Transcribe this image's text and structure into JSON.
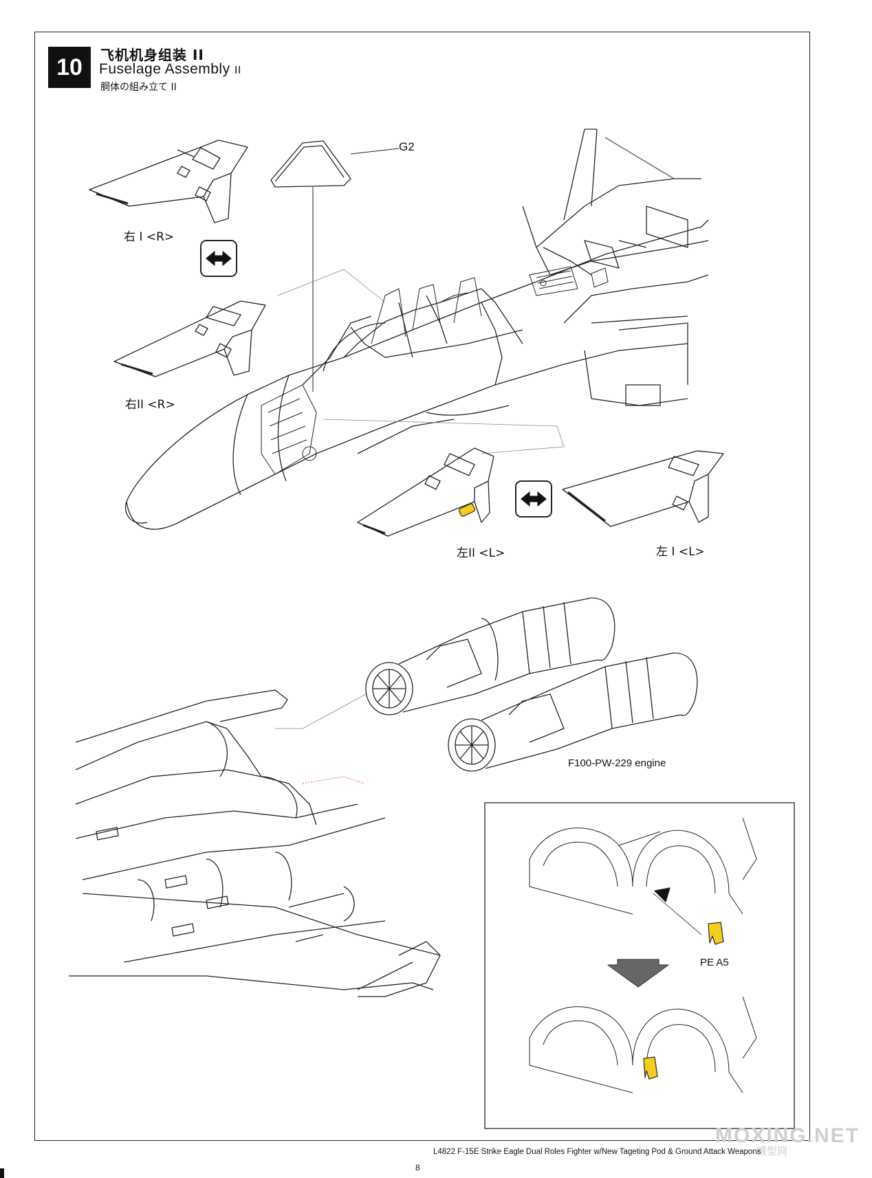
{
  "step": {
    "number": "10",
    "title_cn": "飞机机身组装 II",
    "title_en": "Fuselage Assembly",
    "title_en_suffix": "II",
    "title_jp": "胴体の組み立て II"
  },
  "parts": {
    "canopy": "G2",
    "right_1": "右 I <R>",
    "right_2": "右II <R>",
    "left_2": "左II  <L>",
    "left_1": "左 I <L>",
    "engine": "F100-PW-229 engine",
    "pe_part": "PE A5"
  },
  "icons": {
    "swap_1": "double-arrow-swap-icon",
    "swap_2": "double-arrow-swap-icon",
    "down_arrow": "down-arrow-icon"
  },
  "colors": {
    "highlight": "#f2cf1a",
    "line": "#222222",
    "step_box": "#111111"
  },
  "footer": {
    "text": "L4822  F-15E Strike Eagle Dual Roles Fighter w/New Tageting Pod & Ground Attack Weapons",
    "page": "8"
  },
  "watermark": {
    "text": "MOXING.NET",
    "sub": "模型网"
  }
}
